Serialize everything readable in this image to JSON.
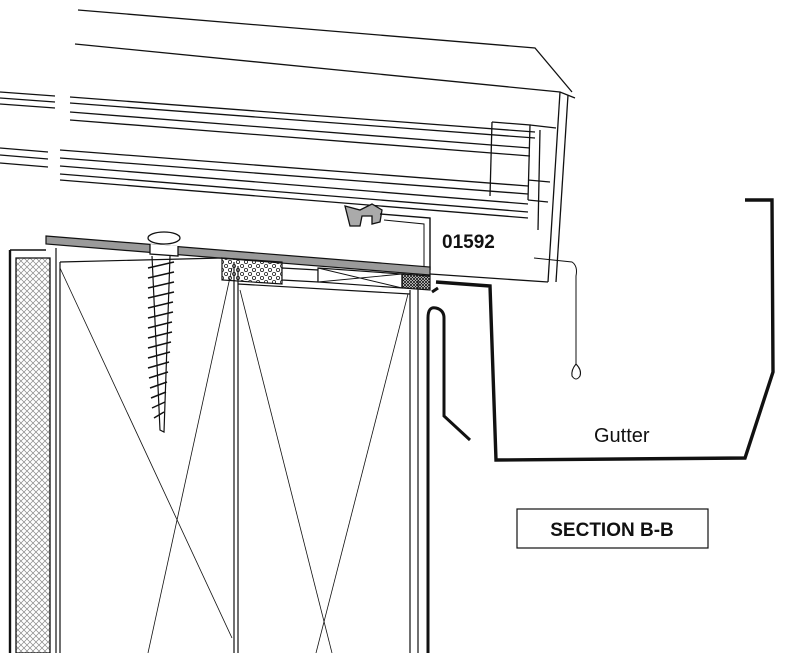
{
  "labels": {
    "part_number": "01592",
    "gutter": "Gutter",
    "section": "SECTION B-B"
  },
  "colors": {
    "line": "#111111",
    "gray_fill": "#9a9a9a",
    "hatch": "#777777",
    "background": "#ffffff"
  }
}
